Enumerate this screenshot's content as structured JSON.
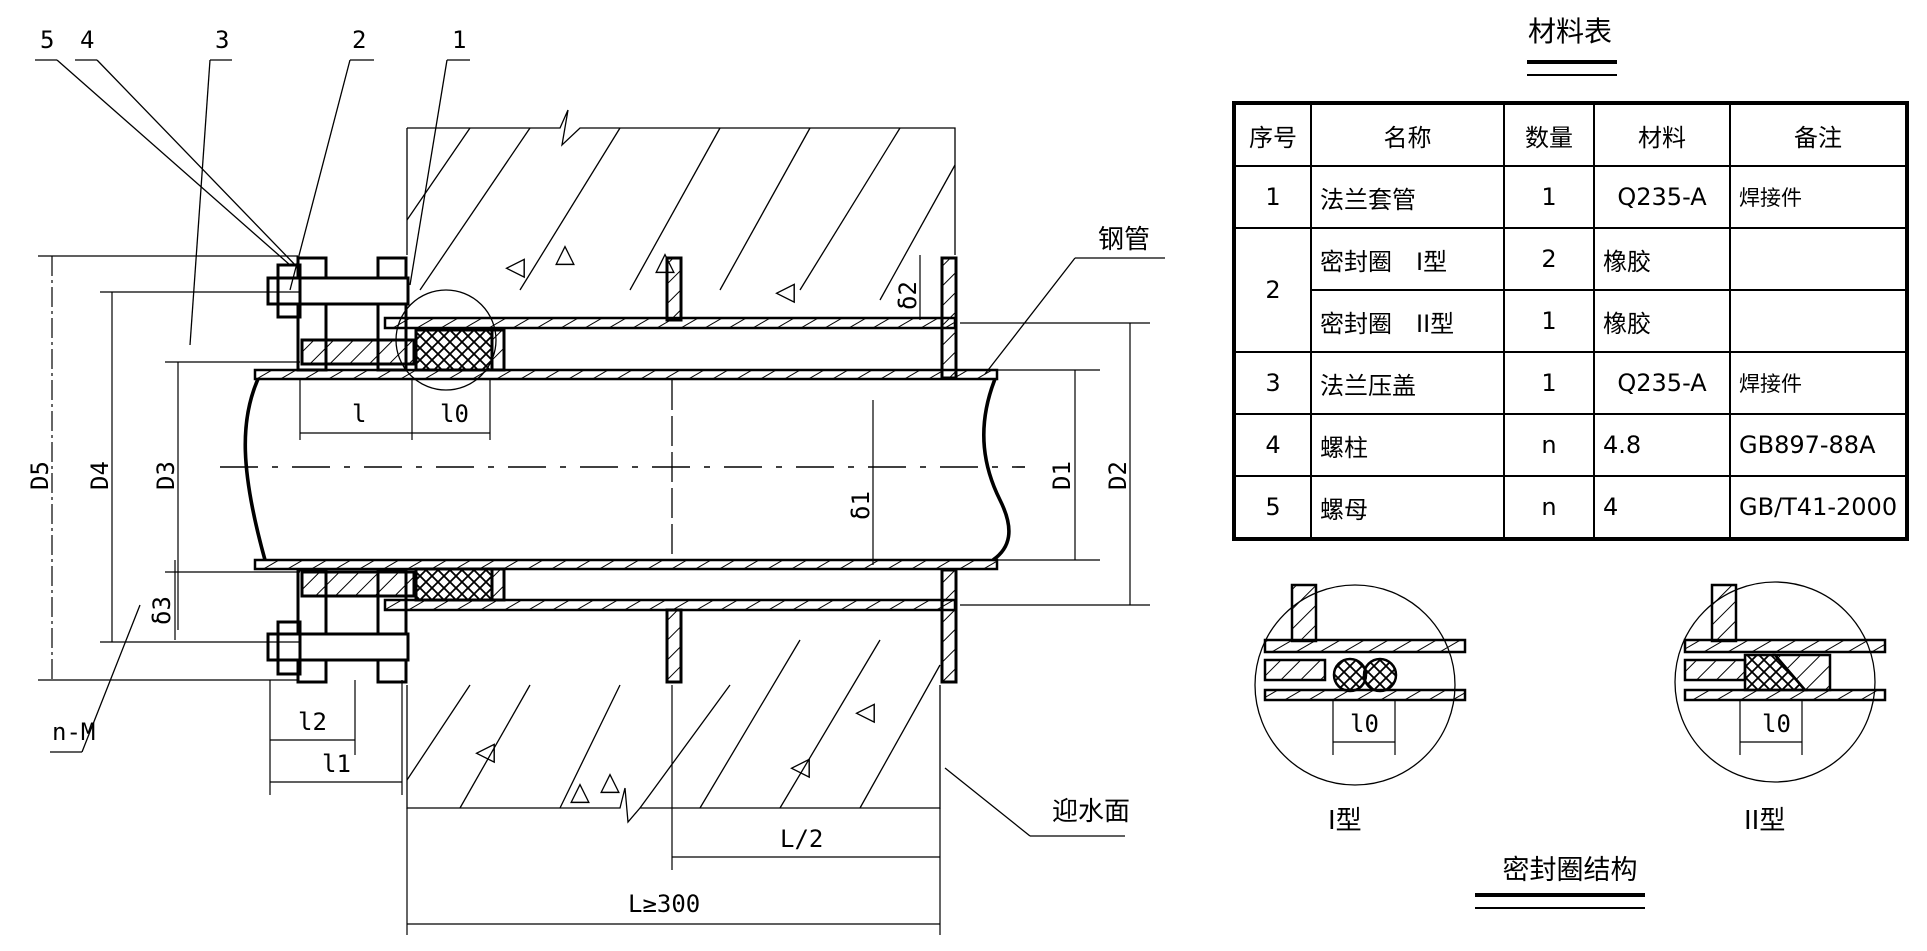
{
  "drawing": {
    "title": "法兰套管防水节点详图",
    "part_callouts": [
      "5",
      "4",
      "3",
      "2",
      "1"
    ],
    "labels": {
      "steel_pipe": "钢管",
      "water_face": "迎水面",
      "bolt_spec": "n-M"
    },
    "dimensions": {
      "D5": "D5",
      "D4": "D4",
      "D3": "D3",
      "D1": "D1",
      "D2": "D2",
      "delta1": "δ1",
      "delta2": "δ2",
      "delta3": "δ3",
      "l": "l",
      "l0": "l0",
      "l1": "l1",
      "l2": "l2",
      "half_length": "L/2",
      "length": "L≥300"
    }
  },
  "material_table": {
    "title": "材料表",
    "columns": [
      "序号",
      "名称",
      "数量",
      "材料",
      "备注"
    ],
    "rows": [
      {
        "no": "1",
        "name": "法兰套管",
        "qty": "1",
        "material": "Q235-A",
        "note": "焊接件"
      },
      {
        "no": "2",
        "name": "密封圈　I型",
        "qty": "2",
        "material": "橡胶",
        "note": ""
      },
      {
        "no": "",
        "name": "密封圈　II型",
        "qty": "1",
        "material": "橡胶",
        "note": ""
      },
      {
        "no": "3",
        "name": "法兰压盖",
        "qty": "1",
        "material": "Q235-A",
        "note": "焊接件"
      },
      {
        "no": "4",
        "name": "螺柱",
        "qty": "n",
        "material": "4.8",
        "note": "GB897-88A"
      },
      {
        "no": "5",
        "name": "螺母",
        "qty": "n",
        "material": "4",
        "note": "GB/T41-2000"
      }
    ]
  },
  "seal_structure": {
    "title": "密封圈结构",
    "type1_label": "I型",
    "type2_label": "II型",
    "dim_label": "l0"
  }
}
